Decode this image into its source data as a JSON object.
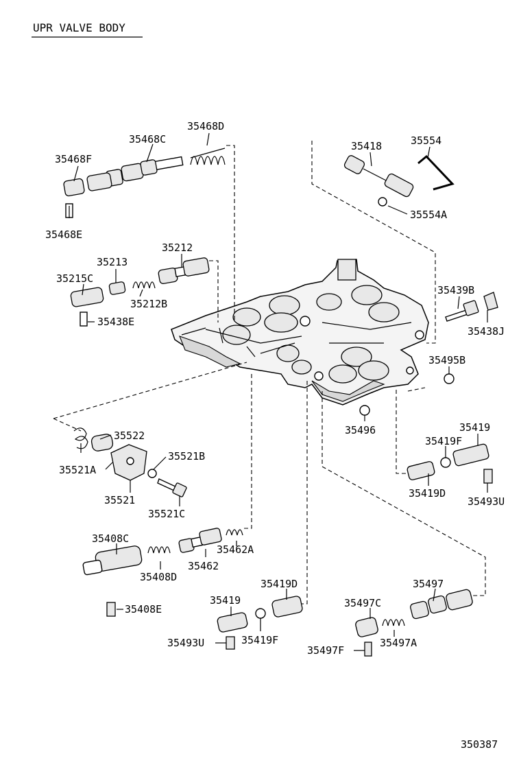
{
  "title": "UPR VALVE BODY",
  "illustration_number": "350387",
  "part_labels": {
    "p35468D": "35468D",
    "p35468C": "35468C",
    "p35468F": "35468F",
    "p35468E": "35468E",
    "p35212": "35212",
    "p35213": "35213",
    "p35215C": "35215C",
    "p35212B": "35212B",
    "p35438E": "35438E",
    "p35418": "35418",
    "p35554": "35554",
    "p35554A": "35554A",
    "p35439B": "35439B",
    "p35438J": "35438J",
    "p35495B": "35495B",
    "p35496": "35496",
    "p35419_r": "35419",
    "p35419F_r": "35419F",
    "p35419D_r": "35419D",
    "p35493U_r": "35493U",
    "p35522": "35522",
    "p35521A": "35521A",
    "p35521B": "35521B",
    "p35521": "35521",
    "p35521C": "35521C",
    "p35408C": "35408C",
    "p35408D": "35408D",
    "p35462": "35462",
    "p35462A": "35462A",
    "p35408E": "35408E",
    "p35419_b": "35419",
    "p35493U_b": "35493U",
    "p35419F_b": "35419F",
    "p35419D_b": "35419D",
    "p35497": "35497",
    "p35497C": "35497C",
    "p35497A": "35497A",
    "p35497F": "35497F"
  }
}
